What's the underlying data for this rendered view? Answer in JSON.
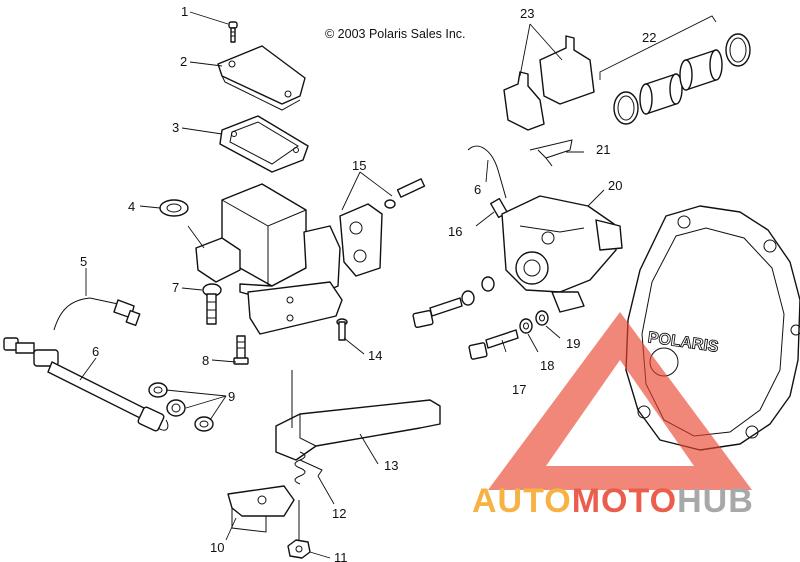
{
  "copyright": "© 2003 Polaris Sales Inc.",
  "cover_label": "POLARIS",
  "watermark": {
    "part1": "AUTO",
    "part2": "MOTO",
    "part3": "HUB",
    "color_orange": "#f5a623",
    "color_red": "#e8432e",
    "color_gray": "#9a9a9a"
  },
  "callouts": {
    "c1": "1",
    "c2": "2",
    "c3": "3",
    "c4": "4",
    "c5": "5",
    "c6a": "6",
    "c6b": "6",
    "c7": "7",
    "c8": "8",
    "c9": "9",
    "c10": "10",
    "c11": "11",
    "c12": "12",
    "c13": "13",
    "c14": "14",
    "c15": "15",
    "c16": "16",
    "c17": "17",
    "c18": "18",
    "c19": "19",
    "c20": "20",
    "c21": "21",
    "c22": "22",
    "c23": "23"
  }
}
